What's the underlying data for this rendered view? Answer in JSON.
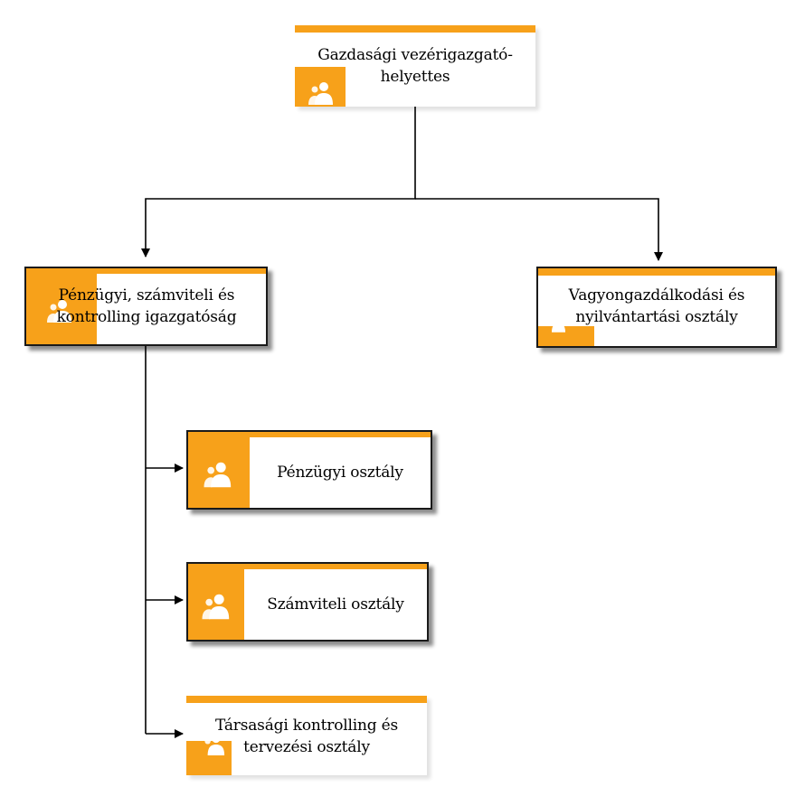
{
  "diagram": {
    "nodes": [
      {
        "id": "deputy-ceo",
        "label": "Gazdasági vezérigazgató-helyettes"
      },
      {
        "id": "finance-directorate",
        "label": "Pénzügyi, számviteli és kontrolling igazgatóság"
      },
      {
        "id": "asset-mgmt-dept",
        "label": "Vagyongazdálkodási és nyilvántartási osztály"
      },
      {
        "id": "finance-dept",
        "label": "Pénzügyi osztály"
      },
      {
        "id": "accounting-dept",
        "label": "Számviteli osztály"
      },
      {
        "id": "controlling-dept",
        "label": "Társasági kontrolling és tervezési osztály"
      }
    ],
    "edges": [
      {
        "from": "deputy-ceo",
        "to": "finance-directorate"
      },
      {
        "from": "deputy-ceo",
        "to": "asset-mgmt-dept"
      },
      {
        "from": "finance-directorate",
        "to": "finance-dept"
      },
      {
        "from": "finance-directorate",
        "to": "accounting-dept"
      },
      {
        "from": "finance-directorate",
        "to": "controlling-dept"
      }
    ],
    "colors": {
      "accent": "#F7A11A",
      "line": "#000000"
    }
  }
}
